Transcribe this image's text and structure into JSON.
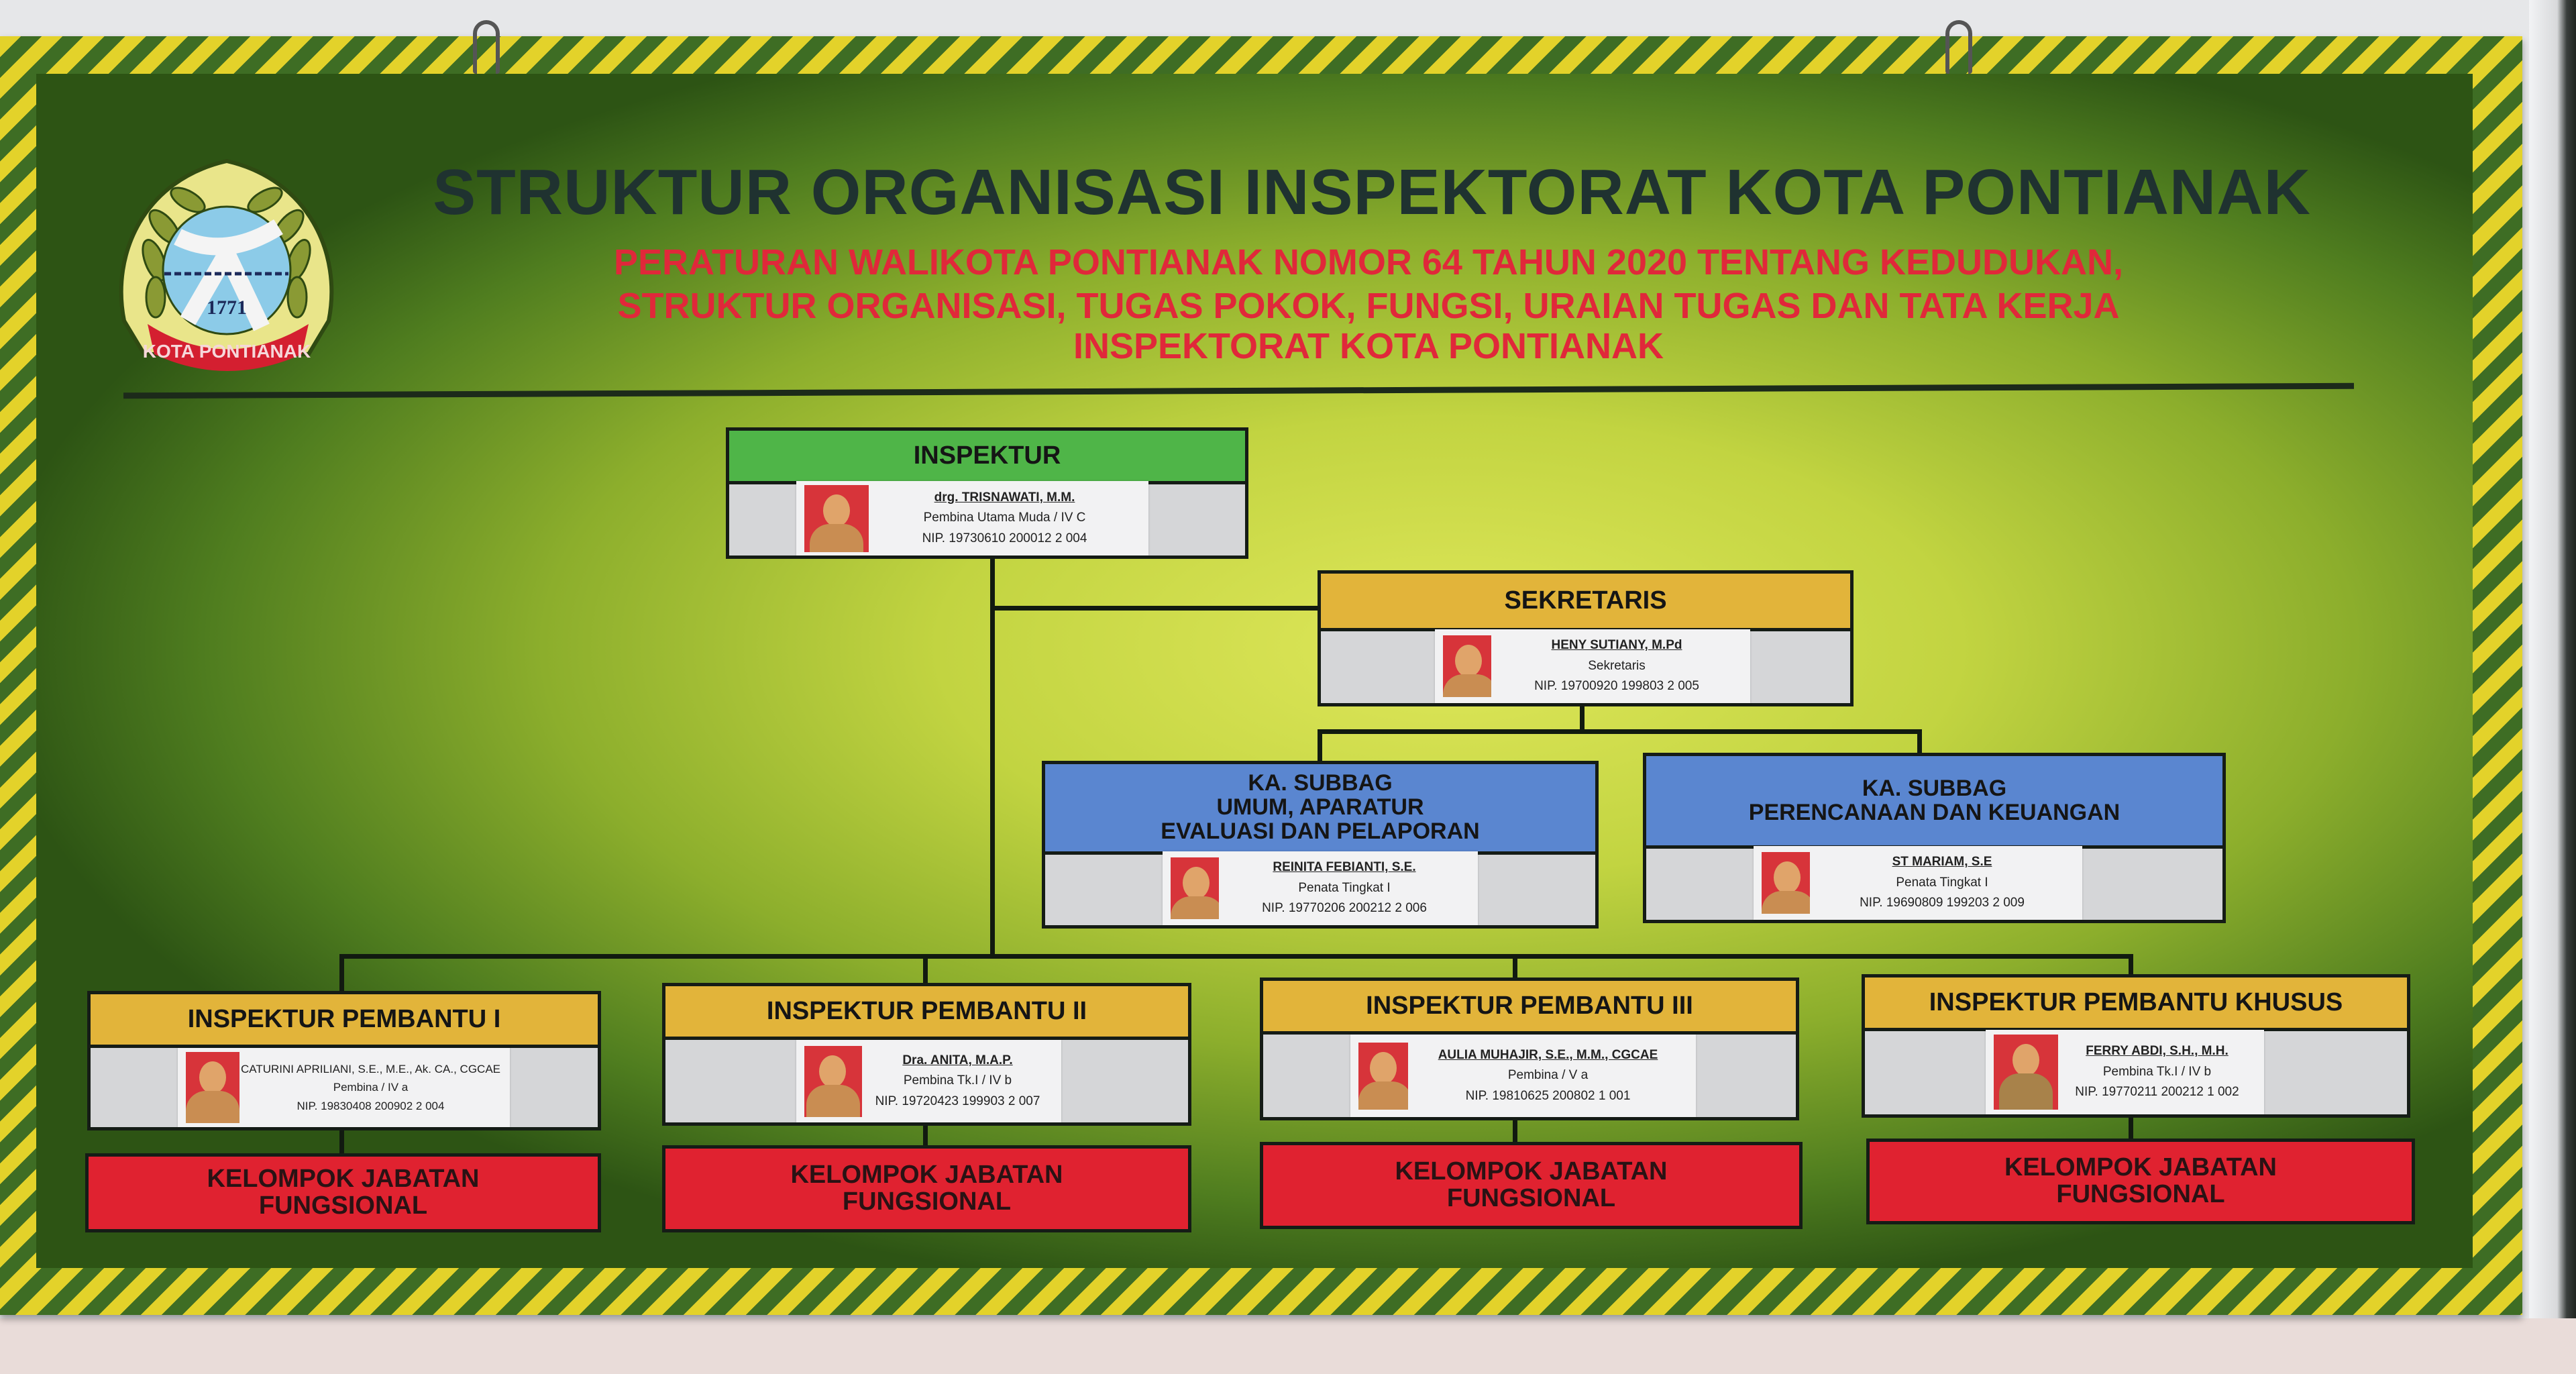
{
  "title": "STRUKTUR ORGANISASI INSPEKTORAT KOTA PONTIANAK",
  "subtitle": [
    "PERATURAN WALIKOTA PONTIANAK NOMOR 64 TAHUN 2020 TENTANG KEDUDUKAN,",
    "STRUKTUR ORGANISASI, TUGAS POKOK, FUNGSI, URAIAN TUGAS DAN TATA KERJA",
    "INSPEKTORAT KOTA PONTIANAK"
  ],
  "logo": {
    "year": "1771",
    "ribbon": "KOTA PONTIANAK"
  },
  "units": {
    "inspektur": {
      "title": "INSPEKTUR",
      "name": "drg. TRISNAWATI, M.M.",
      "rank": "Pembina Utama Muda  / IV C",
      "nip": "NIP. 19730610 200012 2 004"
    },
    "sekretaris": {
      "title": "SEKRETARIS",
      "name": "HENY SUTIANY, M.Pd",
      "rank": "Sekretaris",
      "nip": "NIP.  19700920  199803 2 005"
    },
    "subbag_umum": {
      "title": "KA. SUBBAG\nUMUM, APARATUR\nEVALUASI DAN PELAPORAN",
      "name": "REINITA FEBIANTI, S.E.",
      "rank": "Penata Tingkat I",
      "nip": "NIP. 19770206 200212 2 006"
    },
    "subbag_keuangan": {
      "title": "KA. SUBBAG\nPERENCANAAN DAN KEUANGAN",
      "name": "ST MARIAM, S.E",
      "rank": "Penata Tingkat I",
      "nip": "NIP. 19690809 199203 2 009"
    },
    "pembantu_1": {
      "title": "INSPEKTUR PEMBANTU I",
      "name": "CATURINI APRILIANI, S.E., M.E., Ak. CA., CGCAE",
      "rank": "Pembina  / IV a",
      "nip": "NIP. 19830408 200902 2 004"
    },
    "pembantu_2": {
      "title": "INSPEKTUR PEMBANTU II",
      "name": "Dra. ANITA, M.A.P.",
      "rank": "Pembina Tk.I   / IV b",
      "nip": "NIP. 19720423 199903 2 007"
    },
    "pembantu_3": {
      "title": "INSPEKTUR PEMBANTU III",
      "name": "AULIA MUHAJIR, S.E., M.M., CGCAE",
      "rank": "Pembina  / V a",
      "nip": "NIP. 19810625 200802 1 001"
    },
    "pembantu_khusus": {
      "title": "INSPEKTUR PEMBANTU KHUSUS",
      "name": "FERRY ABDI, S.H., M.H.",
      "rank": "Pembina Tk.I   / IV b",
      "nip": "NIP. 19770211 200212 1 002"
    }
  },
  "fungsional_label": "KELOMPOK JABATAN\nFUNGSIONAL",
  "colors": {
    "header_green": "#4fb548",
    "header_gold": "#e2b43a",
    "header_blue": "#5a86d0",
    "fungsional_red": "#e02230",
    "subtitle_red": "#e0283a"
  }
}
